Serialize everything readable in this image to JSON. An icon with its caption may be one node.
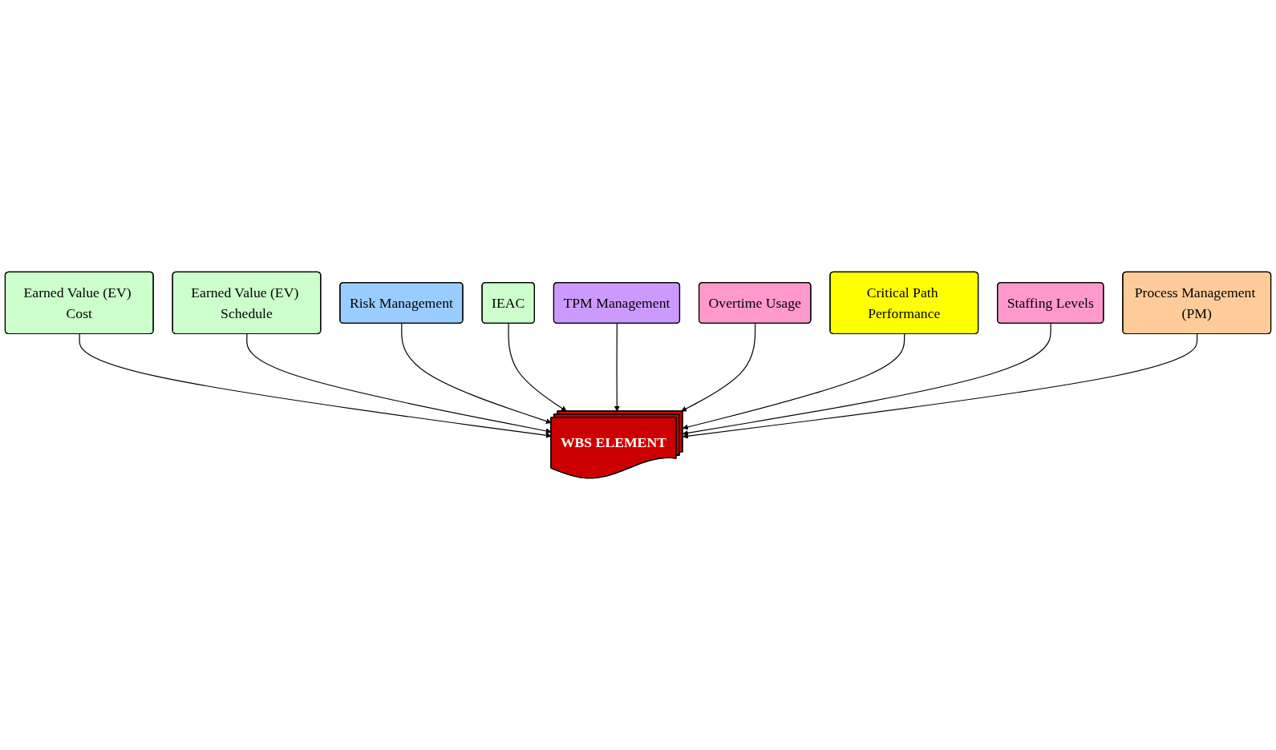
{
  "diagram": {
    "nodes": [
      {
        "text": [
          "Earned Value (EV) Cost"
        ]
      },
      {
        "text": [
          "Earned Value (EV) Schedule"
        ]
      },
      {
        "text": [
          "Risk Management"
        ]
      },
      {
        "text": [
          "IEAC"
        ]
      },
      {
        "text": [
          "WBS ELEMENT"
        ]
      },
      {
        "text": [
          "TPM Management"
        ]
      },
      {
        "text": [
          "Overtime Usage"
        ]
      },
      {
        "text": [
          "Critical Path Performance"
        ]
      },
      {
        "text": [
          "Staffing Levels"
        ]
      },
      {
        "text": [
          "Process Management (PM)"
        ]
      }
    ],
    "edges": [
      {
        "from": 0,
        "to": 4,
        "arrow": "to"
      },
      {
        "from": 1,
        "to": 4,
        "arrow": "to"
      },
      {
        "from": 2,
        "to": 4,
        "arrow": "to"
      },
      {
        "from": 3,
        "to": 4,
        "arrow": "to"
      },
      {
        "from": 5,
        "to": 4,
        "arrow": "to"
      },
      {
        "from": 6,
        "to": 4,
        "arrow": "to"
      },
      {
        "from": 7,
        "to": 4,
        "arrow": "to"
      },
      {
        "from": 8,
        "to": 4,
        "arrow": "to"
      },
      {
        "from": 9,
        "to": 4,
        "arrow": "to"
      }
    ]
  }
}
